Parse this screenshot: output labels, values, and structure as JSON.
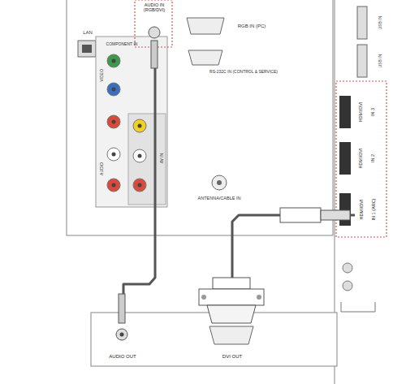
{
  "diagram": {
    "nodes": [
      {
        "text": [
          "AUDIO IN (RGB/DVI)"
        ]
      },
      {
        "text": [
          "HDMI/DVI",
          "IN 1 (ARC)"
        ]
      },
      {
        "text": [
          "AUDIO OUT"
        ]
      },
      {
        "text": [
          "DVI OUT"
        ]
      }
    ],
    "edges": [
      {
        "from": 0,
        "to": 2,
        "arrow": "none"
      },
      {
        "from": 3,
        "to": 1,
        "arrow": "none"
      }
    ],
    "labels": [
      "LAN",
      "COMPONENT IN",
      "VIDEO",
      "AUDIO",
      "AV IN",
      "RGB IN (PC)",
      "RS-232C IN (CONTROL & SERVICE)",
      "ANTENNA/CABLE IN",
      "USB IN",
      "USB IN",
      "HDMI/DVI",
      "IN 3",
      "HDMI/DVI",
      "IN 2"
    ]
  }
}
